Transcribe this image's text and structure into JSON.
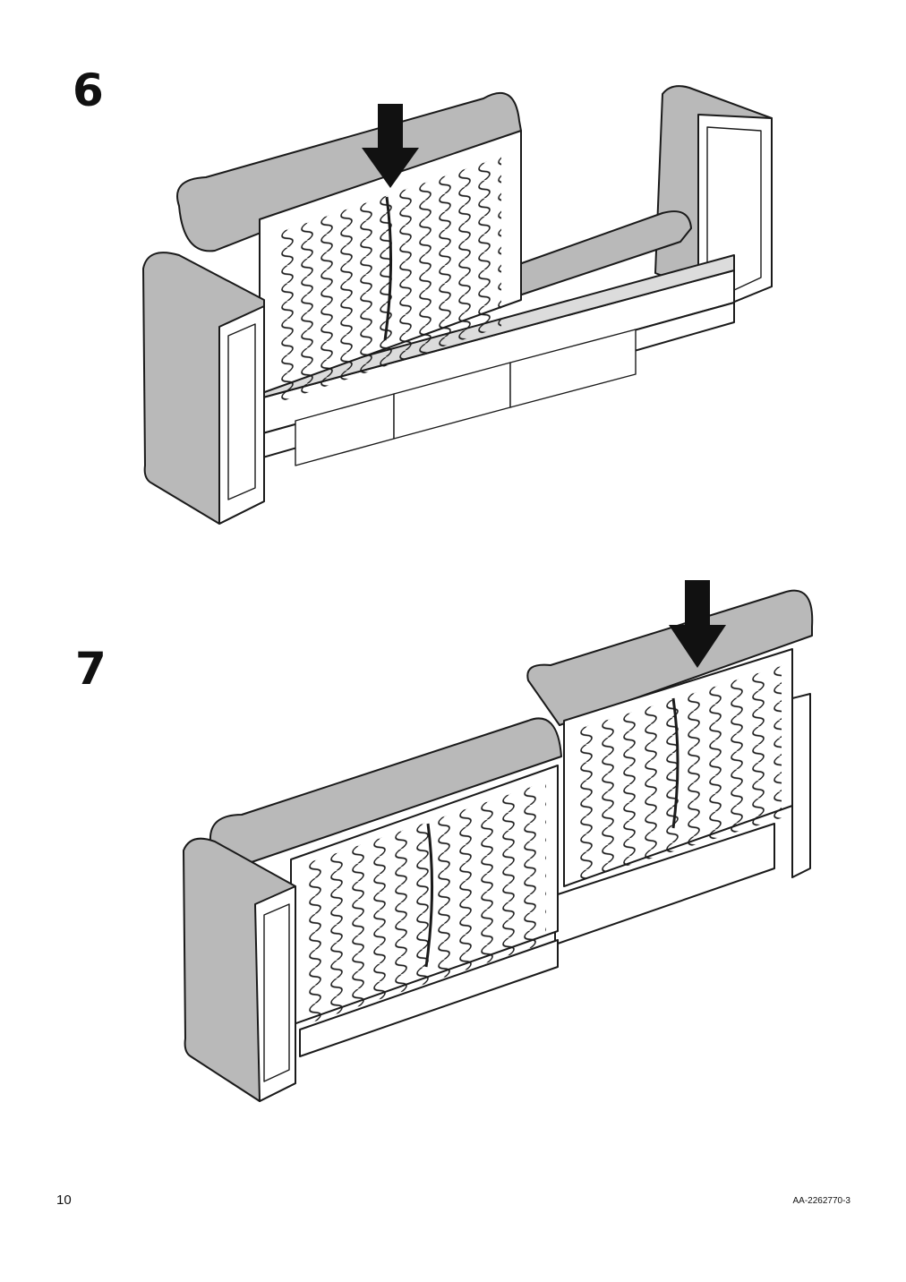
{
  "steps": [
    {
      "number": "6"
    },
    {
      "number": "7"
    }
  ],
  "footer": {
    "page_number": "10",
    "document_code": "AA-2262770-3"
  },
  "colors": {
    "fabric": "#b9b9b9",
    "outline": "#1a1a1a",
    "arrow": "#111111"
  }
}
